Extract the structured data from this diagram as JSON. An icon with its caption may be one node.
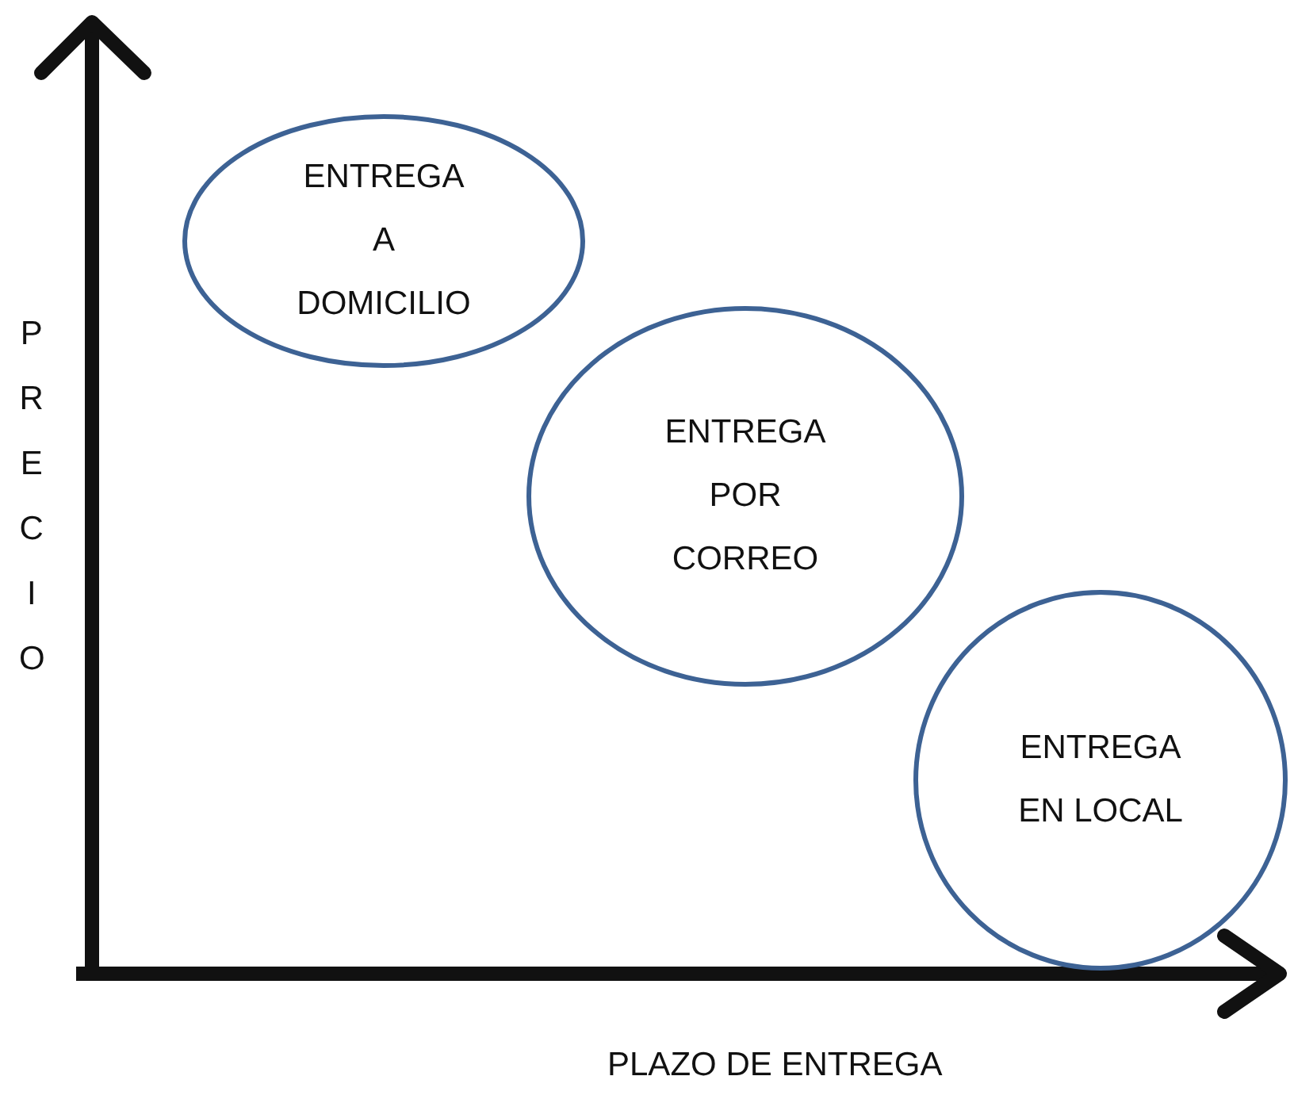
{
  "diagram": {
    "nodes": [
      {
        "text": [
          "ENTREGA A DOMICILIO"
        ]
      },
      {
        "text": [
          "ENTREGA POR CORREO"
        ]
      },
      {
        "text": [
          "ENTREGA EN LOCAL"
        ]
      }
    ],
    "labels": [
      "PRECIO",
      "PLAZO DE ENTREGA"
    ]
  }
}
